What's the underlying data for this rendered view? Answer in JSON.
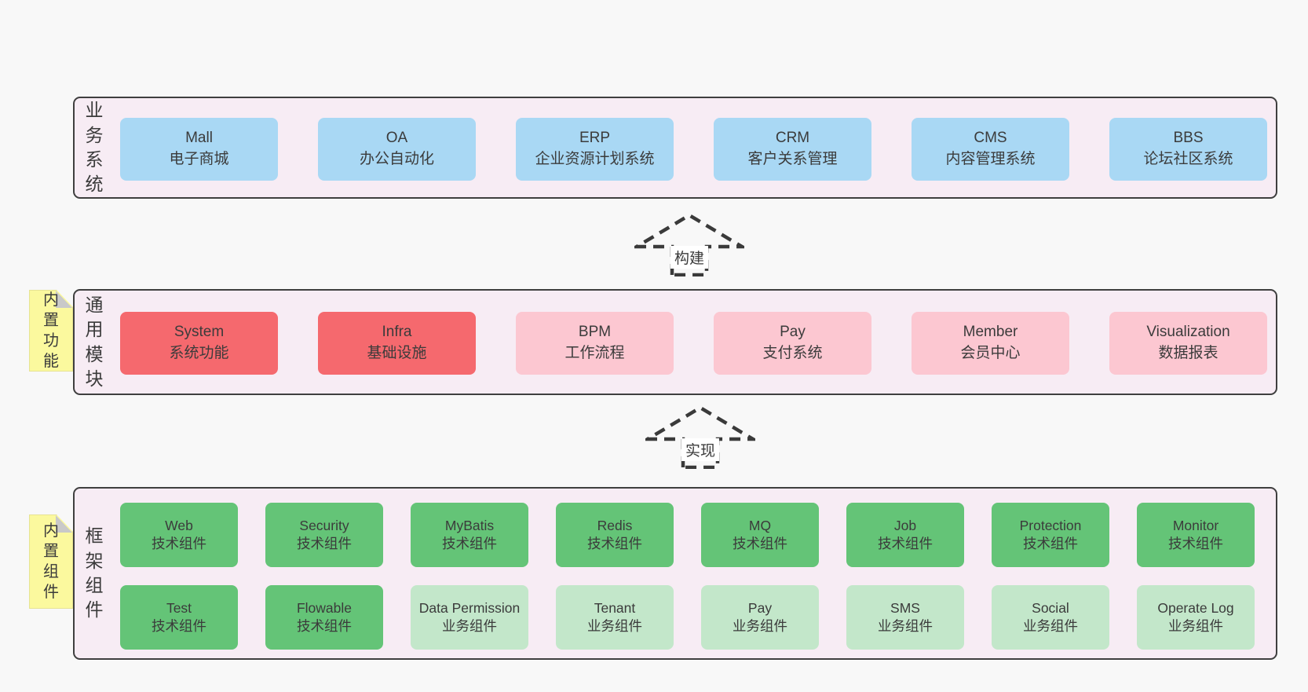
{
  "colors": {
    "page_bg": "#f8f8f8",
    "band_bg": "#f7ecf4",
    "band_border": "#3f3f3f",
    "blue": "#a9d8f4",
    "red": "#f5696e",
    "pink": "#fcc7d1",
    "green": "#64c477",
    "light_green": "#c3e7ca",
    "yellow": "#fbf99e",
    "fold_gray": "#c9c9c9",
    "text": "#3b3b3b",
    "arrow_stroke": "#3a3a3a",
    "label_bg": "#ffffff"
  },
  "bands": [
    {
      "key": "business-systems",
      "side_label": "业务系统",
      "rows": [
        [
          {
            "title": "Mall",
            "subtitle": "电子商城",
            "variant": "blue"
          },
          {
            "title": "OA",
            "subtitle": "办公自动化",
            "variant": "blue"
          },
          {
            "title": "ERP",
            "subtitle": "企业资源计划系统",
            "variant": "blue"
          },
          {
            "title": "CRM",
            "subtitle": "客户关系管理",
            "variant": "blue"
          },
          {
            "title": "CMS",
            "subtitle": "内容管理系统",
            "variant": "blue"
          },
          {
            "title": "BBS",
            "subtitle": "论坛社区系统",
            "variant": "blue"
          }
        ]
      ]
    },
    {
      "key": "common-modules",
      "side_label": "通用模块",
      "sticky": "内置功能",
      "rows": [
        [
          {
            "title": "System",
            "subtitle": "系统功能",
            "variant": "red"
          },
          {
            "title": "Infra",
            "subtitle": "基础设施",
            "variant": "red"
          },
          {
            "title": "BPM",
            "subtitle": "工作流程",
            "variant": "pink"
          },
          {
            "title": "Pay",
            "subtitle": "支付系统",
            "variant": "pink"
          },
          {
            "title": "Member",
            "subtitle": "会员中心",
            "variant": "pink"
          },
          {
            "title": "Visualization",
            "subtitle": "数据报表",
            "variant": "pink"
          }
        ]
      ]
    },
    {
      "key": "framework-components",
      "side_label": "框架组件",
      "sticky": "内置组件",
      "rows": [
        [
          {
            "title": "Web",
            "subtitle": "技术组件",
            "variant": "green"
          },
          {
            "title": "Security",
            "subtitle": "技术组件",
            "variant": "green"
          },
          {
            "title": "MyBatis",
            "subtitle": "技术组件",
            "variant": "green"
          },
          {
            "title": "Redis",
            "subtitle": "技术组件",
            "variant": "green"
          },
          {
            "title": "MQ",
            "subtitle": "技术组件",
            "variant": "green"
          },
          {
            "title": "Job",
            "subtitle": "技术组件",
            "variant": "green"
          },
          {
            "title": "Protection",
            "subtitle": "技术组件",
            "variant": "green"
          },
          {
            "title": "Monitor",
            "subtitle": "技术组件",
            "variant": "green"
          }
        ],
        [
          {
            "title": "Test",
            "subtitle": "技术组件",
            "variant": "green"
          },
          {
            "title": "Flowable",
            "subtitle": "技术组件",
            "variant": "green"
          },
          {
            "title": "Data Permission",
            "subtitle": "业务组件",
            "variant": "light-green"
          },
          {
            "title": "Tenant",
            "subtitle": "业务组件",
            "variant": "light-green"
          },
          {
            "title": "Pay",
            "subtitle": "业务组件",
            "variant": "light-green"
          },
          {
            "title": "SMS",
            "subtitle": "业务组件",
            "variant": "light-green"
          },
          {
            "title": "Social",
            "subtitle": "业务组件",
            "variant": "light-green"
          },
          {
            "title": "Operate Log",
            "subtitle": "业务组件",
            "variant": "light-green"
          }
        ]
      ]
    }
  ],
  "arrows": [
    {
      "label": "构建"
    },
    {
      "label": "实现"
    }
  ]
}
